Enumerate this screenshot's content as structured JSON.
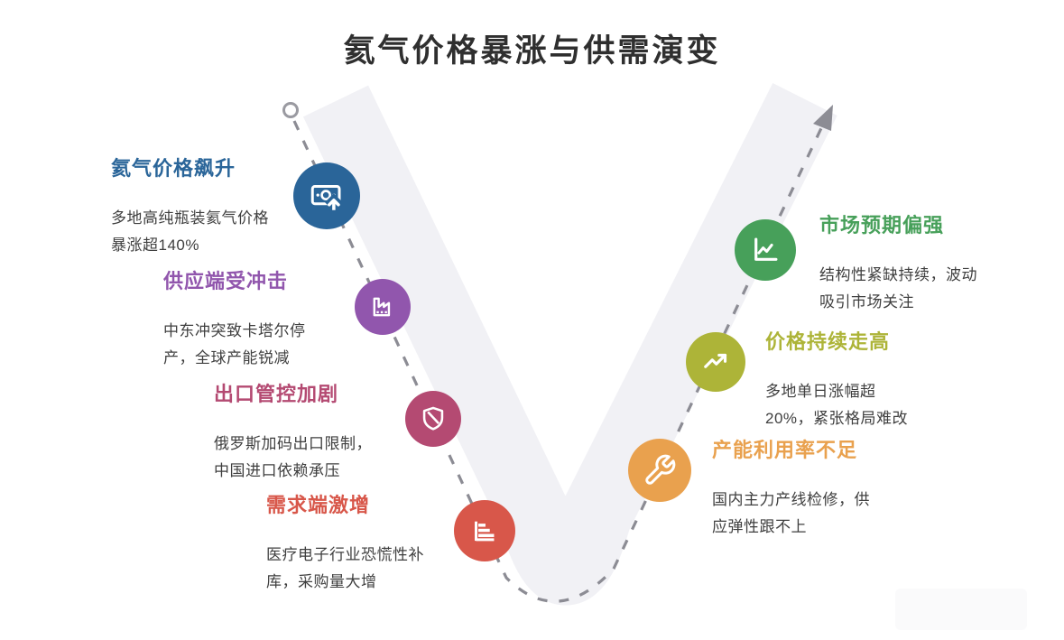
{
  "title": "氦气价格暴涨与供需演变",
  "flow": {
    "band_color": "#f1f1f5",
    "dash_color": "#8c8c94",
    "start_marker": "open-circle",
    "end_marker": "arrowhead"
  },
  "items": [
    {
      "heading": "氦气价格飙升",
      "desc": "多地高纯瓶装氦气价格暴涨超140%",
      "color": "#2a6599",
      "icon": "banknote-up"
    },
    {
      "heading": "供应端受冲击",
      "desc": "中东冲突致卡塔尔停产，全球产能锐减",
      "color": "#9156ad",
      "icon": "factory"
    },
    {
      "heading": "出口管控加剧",
      "desc": "俄罗斯加码出口限制，中国进口依赖承压",
      "color": "#b44a72",
      "icon": "shield-slash"
    },
    {
      "heading": "需求端激增",
      "desc": "医疗电子行业恐慌性补库，采购量大增",
      "color": "#d8574a",
      "icon": "bar-chart"
    },
    {
      "heading": "产能利用率不足",
      "desc": "国内主力产线检修，供应弹性跟不上",
      "color": "#e9a14e",
      "icon": "wrench"
    },
    {
      "heading": "价格持续走高",
      "desc": "多地单日涨幅超20%，紧张格局难改",
      "color": "#adb438",
      "icon": "trend-up"
    },
    {
      "heading": "市场预期偏强",
      "desc": "结构性紧缺持续，波动吸引市场关注",
      "color": "#47a05a",
      "icon": "line-chart"
    }
  ]
}
